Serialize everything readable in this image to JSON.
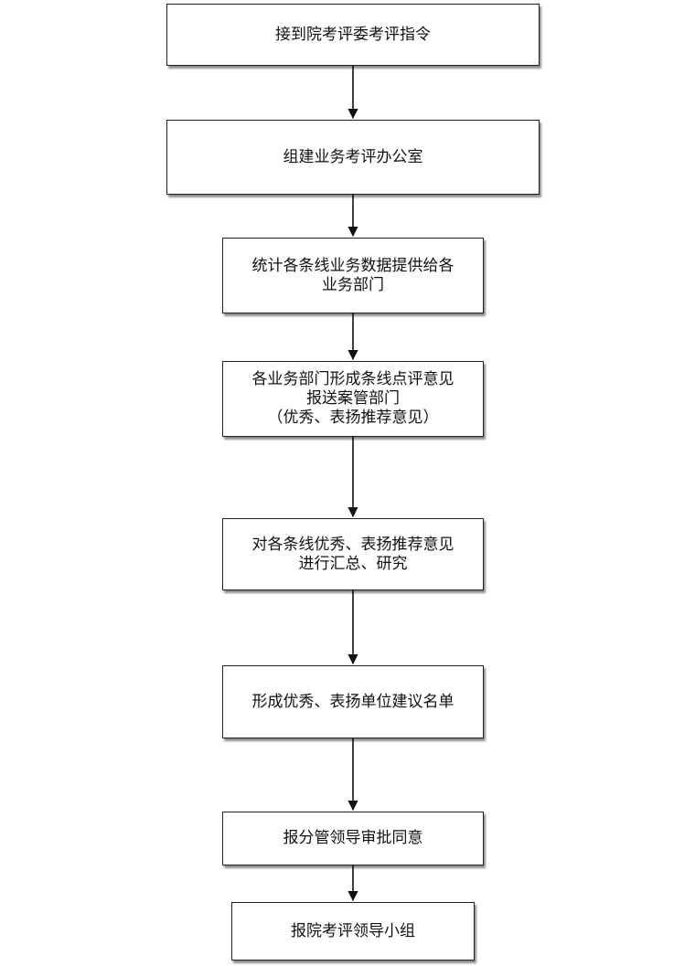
{
  "flowchart": {
    "steps": [
      {
        "lines": [
          "接到院考评委考评指令"
        ]
      },
      {
        "lines": [
          "组建业务考评办公室"
        ]
      },
      {
        "lines": [
          "统计各条线业务数据提供给各",
          "业务部门"
        ]
      },
      {
        "lines": [
          "各业务部门形成条线点评意见",
          "报送案管部门",
          "（优秀、表扬推荐意见）"
        ]
      },
      {
        "lines": [
          "对各条线优秀、表扬推荐意见",
          "进行汇总、研究"
        ]
      },
      {
        "lines": [
          "形成优秀、表扬单位建议名单"
        ]
      },
      {
        "lines": [
          "报分管领导审批同意"
        ]
      },
      {
        "lines": [
          "报院考评领导小组"
        ]
      }
    ]
  }
}
